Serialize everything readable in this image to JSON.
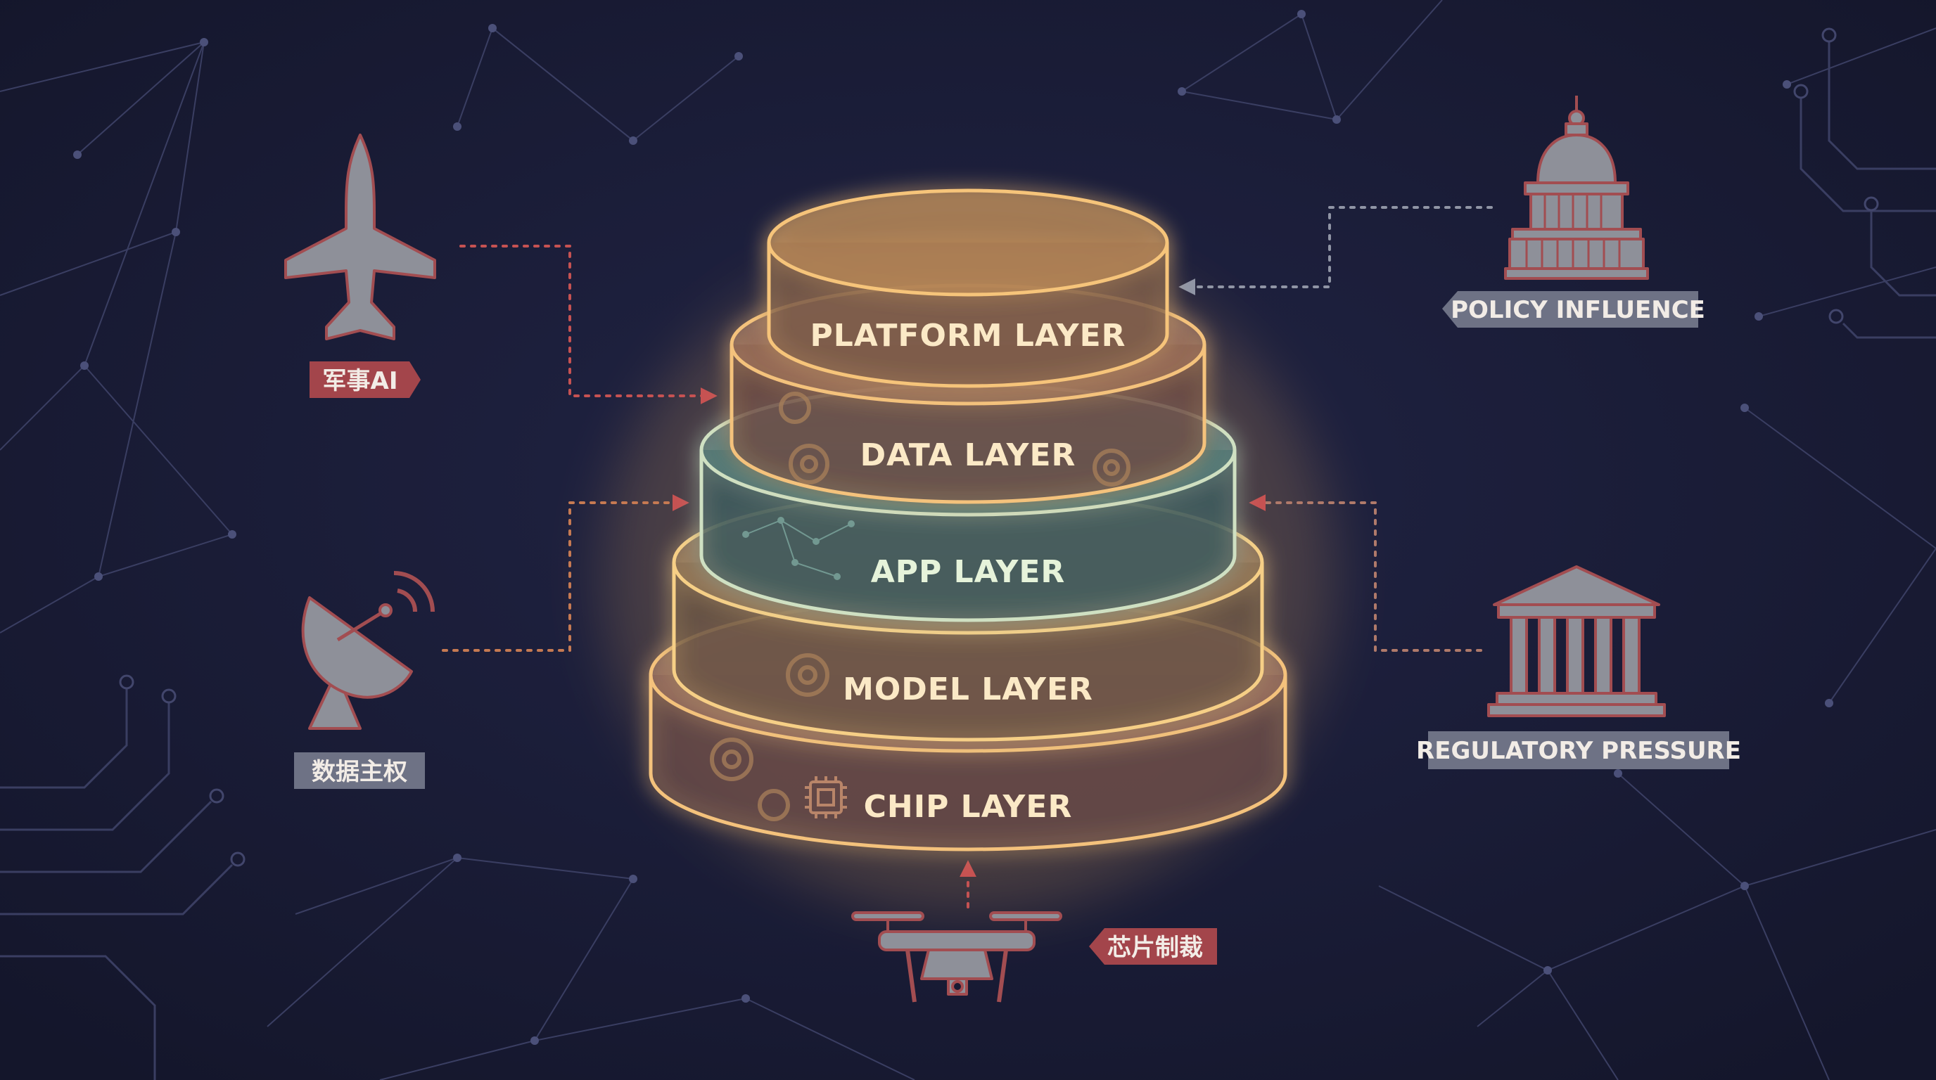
{
  "colors": {
    "background": "#181a33",
    "network_line": "#3c4066",
    "node": "#4a4f78",
    "icon_fill": "#8e9099",
    "icon_outline": "#a24d51",
    "tag_red": "#a3454b",
    "tag_gray": "#6e7285",
    "tag_text": "#f2ece6",
    "connector_red": "#c65252",
    "connector_gray": "#9095a5",
    "glow": "#f6c47a",
    "label_text": "#fbe9c6"
  },
  "layers": [
    {
      "label": "PLATFORM LAYER",
      "tint": "#d9a060"
    },
    {
      "label": "DATA LAYER",
      "tint": "#c3896a"
    },
    {
      "label": "APP LAYER",
      "tint": "#5e9a94"
    },
    {
      "label": "MODEL LAYER",
      "tint": "#b99566"
    },
    {
      "label": "CHIP LAYER",
      "tint": "#b9836c"
    }
  ],
  "tags": {
    "military_ai": "军事AI",
    "data_sovereignty": "数据主权",
    "chip_sanctions": "芯片制裁",
    "policy_influence": "POLICY INFLUENCE",
    "regulatory_pressure": "REGULATORY PRESSURE"
  },
  "icons": {
    "fighter_jet": "fighter-jet-icon",
    "satellite_dish": "satellite-dish-icon",
    "drone": "drone-icon",
    "capitol": "capitol-building-icon",
    "courthouse": "courthouse-icon"
  }
}
